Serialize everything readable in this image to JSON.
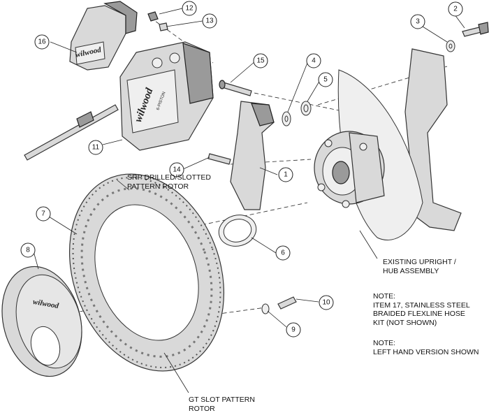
{
  "callouts": [
    {
      "id": "c1",
      "number": "1"
    },
    {
      "id": "c2",
      "number": "2"
    },
    {
      "id": "c3",
      "number": "3"
    },
    {
      "id": "c4",
      "number": "4"
    },
    {
      "id": "c5",
      "number": "5"
    },
    {
      "id": "c6",
      "number": "6"
    },
    {
      "id": "c7",
      "number": "7"
    },
    {
      "id": "c8",
      "number": "8"
    },
    {
      "id": "c9",
      "number": "9"
    },
    {
      "id": "c10",
      "number": "10"
    },
    {
      "id": "c11",
      "number": "11"
    },
    {
      "id": "c12",
      "number": "12"
    },
    {
      "id": "c13",
      "number": "13"
    },
    {
      "id": "c14",
      "number": "14"
    },
    {
      "id": "c15",
      "number": "15"
    },
    {
      "id": "c16",
      "number": "16"
    }
  ],
  "labels": {
    "srp_rotor": "SRP DRILLED/SLOTTED\nPATTERN ROTOR",
    "gt_rotor": "GT SLOT PATTERN\nROTOR",
    "upright": "EXISTING UPRIGHT /\nHUB ASSEMBLY",
    "note1": "NOTE:\nITEM 17, STAINLESS STEEL\nBRAIDED FLEXLINE HOSE\nKIT (NOT SHOWN)",
    "note2": "NOTE:\nLEFT HAND VERSION SHOWN"
  },
  "brand": {
    "logo_text": "wilwood",
    "caliper_sub": "6-PISTON"
  }
}
